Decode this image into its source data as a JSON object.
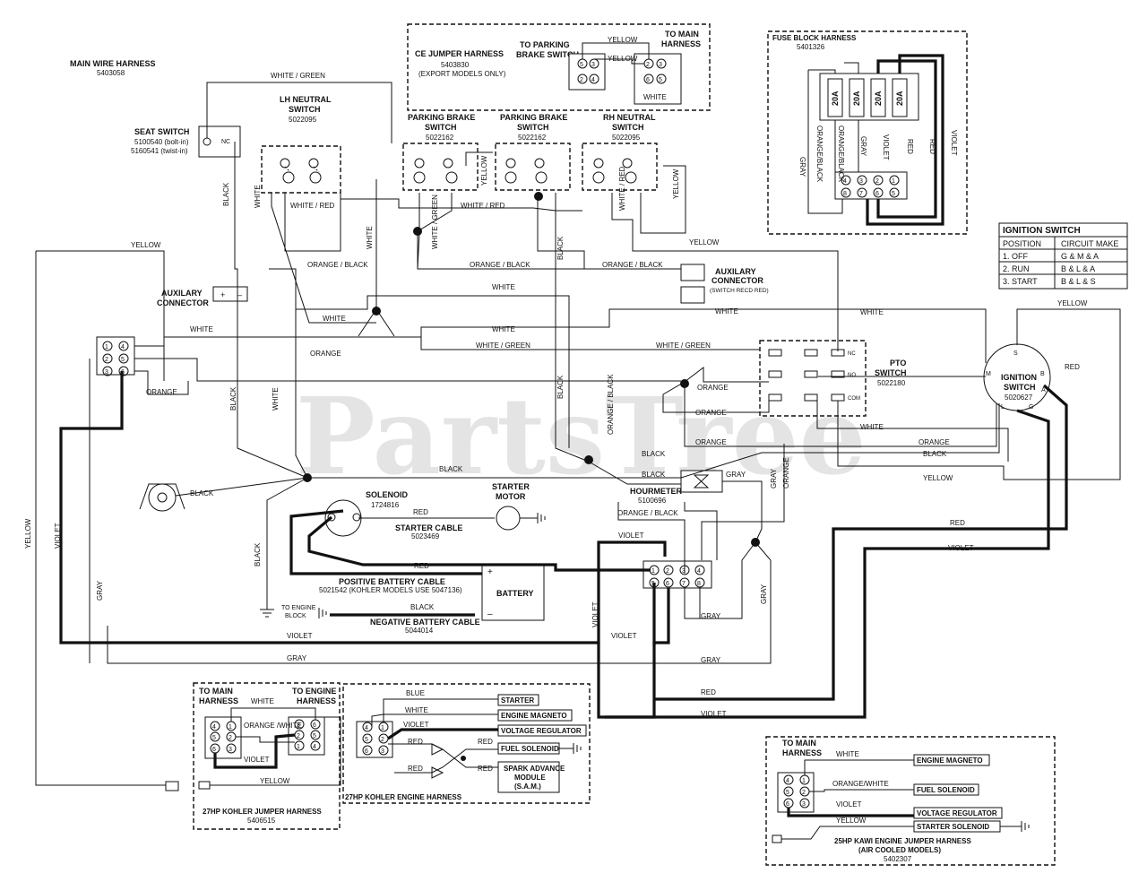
{
  "watermark": "PartsTree",
  "main_harness": {
    "title": "MAIN WIRE HARNESS",
    "part": "5403058"
  },
  "ce_jumper": {
    "title": "CE JUMPER HARNESS",
    "part": "5403830",
    "note": "(EXPORT MODELS ONLY)",
    "to_parking_brake_1": "TO PARKING",
    "to_parking_brake_2": "BRAKE SWITCH",
    "to_main_1": "TO MAIN",
    "to_main_2": "HARNESS"
  },
  "fuse_block": {
    "title": "FUSE BLOCK HARNESS",
    "part": "5401326",
    "fuses": [
      "20A",
      "20A",
      "20A",
      "20A"
    ]
  },
  "ignition_table": {
    "title": "IGNITION SWITCH",
    "headers": [
      "POSITION",
      "CIRCUIT MAKE"
    ],
    "rows": [
      [
        "1. OFF",
        "G & M & A"
      ],
      [
        "2. RUN",
        "B & L & A"
      ],
      [
        "3. START",
        "B & L & S"
      ]
    ]
  },
  "components": {
    "seat_switch": {
      "title": "SEAT SWITCH",
      "part1": "5100540 (bolt-in)",
      "part2": "5160541 (twist-in)",
      "contact": "NC"
    },
    "lh_neutral": {
      "title1": "LH NEUTRAL",
      "title2": "SWITCH",
      "part": "5022095"
    },
    "pb_switch_1": {
      "title1": "PARKING BRAKE",
      "title2": "SWITCH",
      "part": "5022162"
    },
    "pb_switch_2": {
      "title1": "PARKING BRAKE",
      "title2": "SWITCH",
      "part": "5022162"
    },
    "rh_neutral": {
      "title1": "RH NEUTRAL",
      "title2": "SWITCH",
      "part": "5022095"
    },
    "aux_connector_left": {
      "title1": "AUXILARY",
      "title2": "CONNECTOR"
    },
    "aux_connector_right": {
      "title1": "AUXILARY",
      "title2": "CONNECTOR",
      "note": "(SWITCH RECD RED)"
    },
    "pto_switch": {
      "title1": "PTO",
      "title2": "SWITCH",
      "part": "5022180",
      "contacts": [
        "NC",
        "NO",
        "COM"
      ]
    },
    "ignition_switch": {
      "title1": "IGNITION",
      "title2": "SWITCH",
      "part": "5020627",
      "pins": [
        "S",
        "M",
        "B",
        "A",
        "L",
        "G"
      ]
    },
    "solenoid": {
      "title": "SOLENOID",
      "part": "1724816"
    },
    "starter_motor": {
      "title1": "STARTER",
      "title2": "MOTOR"
    },
    "starter_cable": {
      "title": "STARTER CABLE",
      "part": "5023469"
    },
    "hourmeter": {
      "title": "HOURMETER",
      "part": "5100696"
    },
    "battery": {
      "title": "BATTERY",
      "plus": "+",
      "minus": "–"
    },
    "pos_cable": {
      "title": "POSITIVE BATTERY CABLE",
      "part": "5021542 (KOHLER MODELS USE 5047136)"
    },
    "neg_cable": {
      "title": "NEGATIVE BATTERY CABLE",
      "part": "5044014",
      "to_engine_1": "TO ENGINE",
      "to_engine_2": "BLOCK"
    }
  },
  "wire_labels": {
    "white_green": "WHITE / GREEN",
    "white_red": "WHITE / RED",
    "orange_black": "ORANGE / BLACK",
    "white": "WHITE",
    "black": "BLACK",
    "yellow": "YELLOW",
    "orange": "ORANGE",
    "violet": "VIOLET",
    "gray": "GRAY",
    "red": "RED",
    "blue": "BLUE",
    "white_slash_green": "WHITE / GREEN",
    "white_slash_red": "WHITE / RED",
    "orange_white": "ORANGE /WHITE",
    "orange_white_2": "ORANGE/WHITE",
    "orange_slash_black": "ORANGE/BLACK",
    "black_slash_gray": "ORANGE/BLACK"
  },
  "kohler_jumper": {
    "title": "27HP KOHLER JUMPER HARNESS",
    "part": "5406515",
    "to_main_1": "TO MAIN",
    "to_main_2": "HARNESS",
    "to_engine_1": "TO ENGINE",
    "to_engine_2": "HARNESS"
  },
  "kohler_engine": {
    "title": "27HP KOHLER ENGINE HARNESS",
    "labels": [
      "STARTER",
      "ENGINE MAGNETO",
      "VOLTAGE REGULATOR",
      "FUEL SOLENOID"
    ],
    "sam_1": "SPARK ADVANCE",
    "sam_2": "MODULE",
    "sam_3": "(S.A.M.)"
  },
  "kawi_jumper": {
    "title1": "25HP KAWI ENGINE JUMPER HARNESS",
    "title2": "(AIR COOLED MODELS)",
    "part": "5402307",
    "to_main_1": "TO MAIN",
    "to_main_2": "HARNESS",
    "labels": [
      "ENGINE MAGNETO",
      "FUEL SOLENOID",
      "VOLTAGE REGULATOR",
      "STARTER SOLENOID"
    ]
  }
}
